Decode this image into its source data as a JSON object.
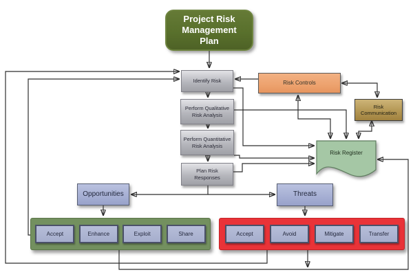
{
  "diagram": {
    "title": "Project Risk Management Plan flowchart",
    "nodes": {
      "prmp": "Project Risk Management Plan",
      "identify_risk": "Identify Risk",
      "qualitative": "Perform Qualitative Risk Analysis",
      "quantitative": "Perform Quantitative Risk Analysis",
      "plan_responses": "Plan Risk Responses",
      "risk_controls": "Risk Controls",
      "risk_communication": "Risk Communication",
      "risk_register": "Risk Register",
      "opportunities": "Opportunities",
      "threats": "Threats"
    },
    "opportunity_responses": [
      "Accept",
      "Enhance",
      "Exploit",
      "Share"
    ],
    "threat_responses": [
      "Accept",
      "Avoid",
      "Mitigate",
      "Transfer"
    ],
    "colors": {
      "plan_box": "#59702c",
      "process_box": "#b6b7bd",
      "risk_controls": "#eda26e",
      "risk_communication": "#b29552",
      "risk_register": "#a5c7a5",
      "category_box": "#a7b0d4",
      "opportunities_container": "#73905f",
      "threats_container": "#e93338",
      "connector": "#2e2e2e",
      "background": "#ffffff"
    }
  }
}
